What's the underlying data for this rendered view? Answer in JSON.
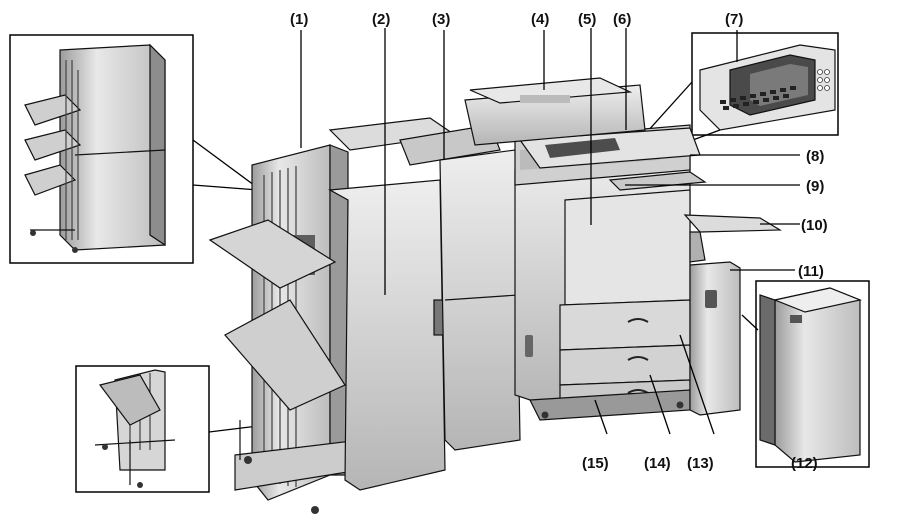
{
  "diagram": {
    "callouts": [
      {
        "id": "1",
        "text": "(1)"
      },
      {
        "id": "2",
        "text": "(2)"
      },
      {
        "id": "3",
        "text": "(3)"
      },
      {
        "id": "4",
        "text": "(4)"
      },
      {
        "id": "5",
        "text": "(5)"
      },
      {
        "id": "6",
        "text": "(6)"
      },
      {
        "id": "7",
        "text": "(7)"
      },
      {
        "id": "8",
        "text": "(8)"
      },
      {
        "id": "9",
        "text": "(9)"
      },
      {
        "id": "10",
        "text": "(10)"
      },
      {
        "id": "11",
        "text": "(11)"
      },
      {
        "id": "12",
        "text": "(12)"
      },
      {
        "id": "13",
        "text": "(13)"
      },
      {
        "id": "14",
        "text": "(14)"
      },
      {
        "id": "15",
        "text": "(15)"
      }
    ]
  },
  "colors": {
    "ink": "#111111",
    "body_light": "#e2e2e2",
    "body_mid": "#bdbdbd",
    "body_dark": "#6e6e6e",
    "glass": "#555555"
  }
}
